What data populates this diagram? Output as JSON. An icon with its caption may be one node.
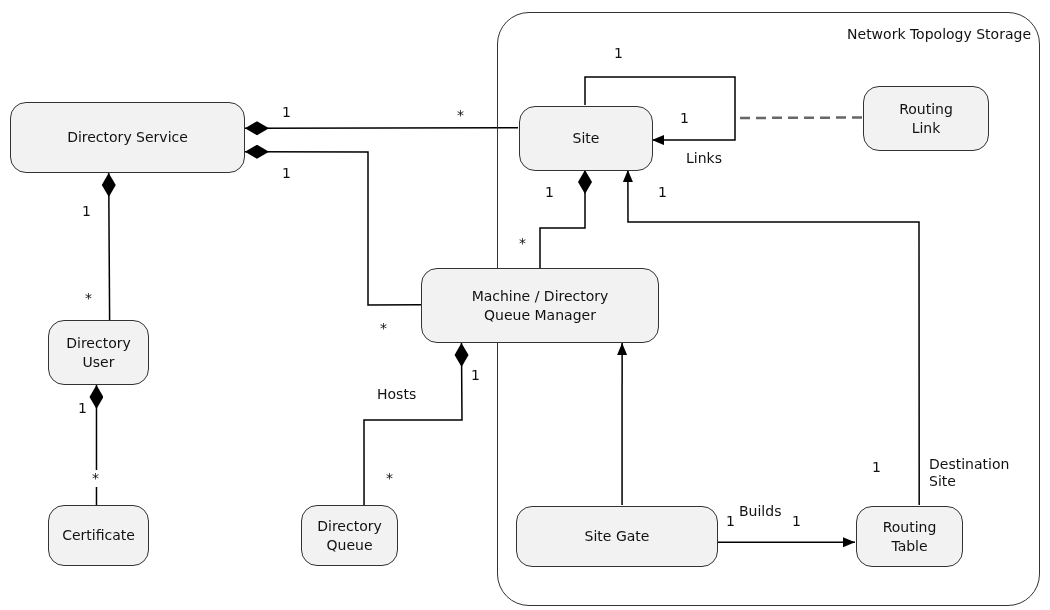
{
  "diagram": {
    "nodes": [
      {
        "text": [
          "Network Topology Storage"
        ]
      },
      {
        "text": [
          "Directory Service"
        ]
      },
      {
        "text": [
          "Site"
        ],
        "in": 0
      },
      {
        "text": [
          "Routing Link"
        ],
        "in": 0
      },
      {
        "text": [
          "Machine / Directory Queue Manager"
        ]
      },
      {
        "text": [
          "Directory User"
        ]
      },
      {
        "text": [
          "Directory Queue"
        ]
      },
      {
        "text": [
          "Certificate"
        ]
      },
      {
        "text": [
          "Site Gate"
        ],
        "in": 0
      },
      {
        "text": [
          "Routing Table"
        ],
        "in": 0
      }
    ],
    "edges": [
      {
        "from": 1,
        "to": 2,
        "arrow": "other"
      },
      {
        "from": 2,
        "to": 2,
        "arrow": "to",
        "label": "Links"
      },
      {
        "from": 3,
        "to": null,
        "arrow": "none",
        "style": "dashed",
        "color": "#666666"
      },
      {
        "from": 1,
        "to": 4,
        "arrow": "other"
      },
      {
        "from": 1,
        "to": 5,
        "arrow": "other"
      },
      {
        "from": 2,
        "to": 4,
        "arrow": "other"
      },
      {
        "from": 9,
        "to": 2,
        "arrow": "to",
        "label": "Destination Site"
      },
      {
        "from": 4,
        "to": 6,
        "arrow": "other",
        "label": "Hosts"
      },
      {
        "from": 5,
        "to": 7,
        "arrow": "other"
      },
      {
        "from": 8,
        "to": 4,
        "arrow": "to"
      },
      {
        "from": 8,
        "to": 9,
        "arrow": "to",
        "label": "Builds"
      }
    ],
    "labels": [
      "1",
      "1",
      "*",
      "1",
      "1",
      "1",
      "1",
      "1",
      "*",
      "*",
      "*",
      "1",
      "1",
      "*",
      "*",
      "1",
      "1",
      "1"
    ]
  }
}
